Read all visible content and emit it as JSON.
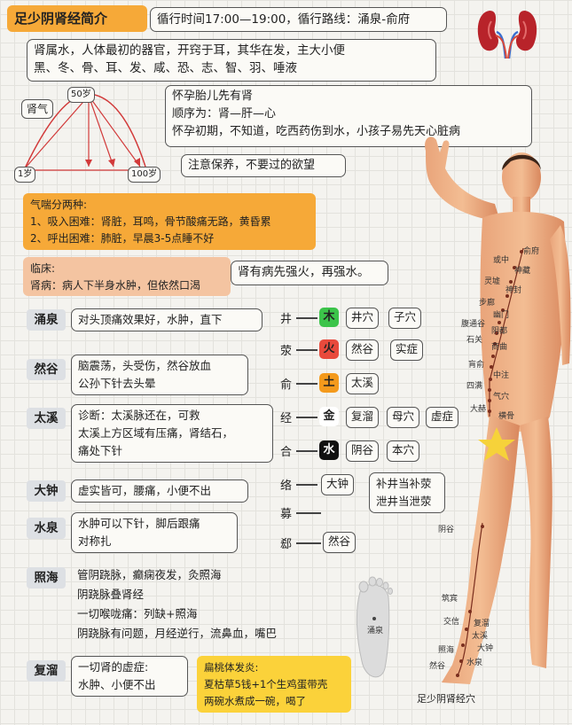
{
  "header": {
    "title": "足少阴肾经简介",
    "time_route": "循行时间17:00—19:00，循行路线：涌泉-俞府"
  },
  "intro": [
    "肾属水，人体最初的器官，开窍于耳，其华在发，主大小便",
    "黑、冬、骨、耳、发、咸、恐、志、智、羽、唾液"
  ],
  "qi_graph": {
    "label": "肾气",
    "age_50": "50岁",
    "age_1": "1岁",
    "age_100": "100岁"
  },
  "pregnancy": [
    "怀孕胎儿先有肾",
    "顺序为：肾—肝—心",
    "怀孕初期，不知道，吃西药伤到水，小孩子易先天心脏病"
  ],
  "advice": "注意保养，不要过的欲望",
  "breathing": [
    "气喘分两种:",
    "1、吸入困难：肾脏，耳鸣，骨节酸痛无路，黄昏累",
    "2、呼出困难：肺脏，早晨3-5点睡不好"
  ],
  "clinical": [
    "临床:",
    "肾病：病人下半身水肿，但依然口渴"
  ],
  "kidney_note": "肾有病先强火，再强水。",
  "points": [
    {
      "name": "涌泉",
      "lines": [
        "对头顶痛效果好，水肿，直下"
      ]
    },
    {
      "name": "然谷",
      "lines": [
        "脑震荡，头受伤，然谷放血",
        "公孙下针去头晕"
      ]
    },
    {
      "name": "太溪",
      "lines": [
        "诊断：太溪脉还在，可救",
        "太溪上方区域有压痛，肾结石，",
        "痛处下针"
      ]
    },
    {
      "name": "大钟",
      "lines": [
        "虚实皆可，腰痛，小便不出"
      ]
    },
    {
      "name": "水泉",
      "lines": [
        "水肿可以下针，脚后跟痛",
        "对称扎"
      ]
    },
    {
      "name": "照海",
      "lines": [
        "管阴跷脉，癫痫夜发，灸照海",
        "阴跷脉叠肾经",
        "一切喉咙痛：列缺+照海",
        "阴跷脉有问题，月经逆行，流鼻血，嘴巴"
      ]
    },
    {
      "name": "复溜",
      "lines": [
        "一切肾的虚症:",
        "水肿、小便不出"
      ]
    }
  ],
  "remedy": [
    "扁桃体发炎:",
    "夏枯草5钱+1个生鸡蛋带壳",
    "两碗水煮成一碗，喝了"
  ],
  "wushu": [
    {
      "cat": "井",
      "element": "木",
      "color": "#3cc44a",
      "items": [
        "井穴",
        "子穴"
      ]
    },
    {
      "cat": "荥",
      "element": "火",
      "color": "#e84a3c",
      "items": [
        "然谷",
        "实症"
      ]
    },
    {
      "cat": "俞",
      "element": "土",
      "color": "#f49a1c",
      "items": [
        "太溪"
      ]
    },
    {
      "cat": "经",
      "element": "金",
      "color": "#ffffff",
      "items": [
        "复溜",
        "母穴",
        "虚症"
      ]
    },
    {
      "cat": "合",
      "element": "水",
      "color": "#111111",
      "items": [
        "阴谷",
        "本穴"
      ]
    },
    {
      "cat": "络",
      "element": "",
      "color": "",
      "items": [
        "大钟"
      ]
    },
    {
      "cat": "募",
      "element": "",
      "color": "",
      "items": []
    },
    {
      "cat": "郄",
      "element": "",
      "color": "",
      "items": [
        "然谷"
      ]
    }
  ],
  "bu_xie": [
    "补井当补荥",
    "泄井当泄荥"
  ],
  "body_labels": [
    "俞府",
    "或中",
    "神藏",
    "灵墟",
    "神封",
    "步廊",
    "腹通谷",
    "幽门",
    "阴都",
    "石关",
    "商曲",
    "肓俞",
    "中注",
    "四满",
    "气穴",
    "大赫",
    "横骨",
    "阴谷",
    "筑宾",
    "交信",
    "复溜",
    "太溪",
    "大钟",
    "照海",
    "水泉",
    "然谷",
    "涌泉"
  ],
  "caption": "足少阴肾经穴"
}
